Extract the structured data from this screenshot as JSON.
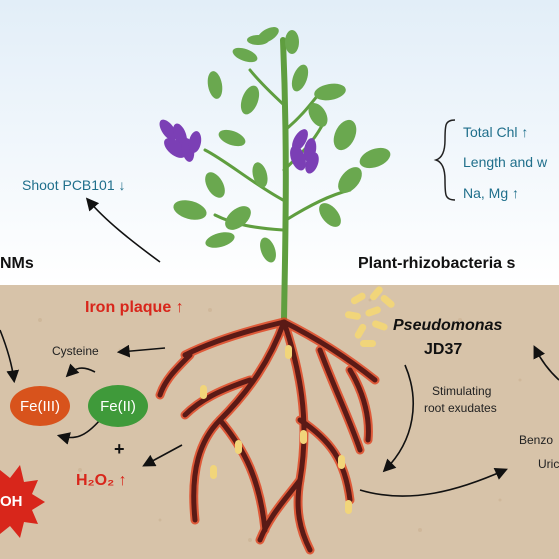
{
  "labels": {
    "total_chl": "Total Chl",
    "length": "Length and w",
    "na_mg": "Na, Mg",
    "shoot": "Shoot PCB101",
    "nms": "NMs",
    "plant_rhizo": "Plant-rhizobacteria s",
    "iron_plaque": "Iron plaque",
    "cysteine": "Cysteine",
    "fe3": "Fe(III)",
    "fe2": "Fe(II)",
    "plus": "+",
    "h2o2": "H₂O₂",
    "oh": "OH",
    "pseudomonas": "Pseudomonas",
    "jd37": "JD37",
    "stim1": "Stimulating",
    "stim2": "root exudates",
    "benzo": "Benzo",
    "uric": "Uric"
  },
  "arrows": {
    "up": "↑",
    "down": "↓"
  },
  "colors": {
    "sky": "#e7f0f8",
    "soil": "#d7c3a9",
    "teal_text": "#1f6f8b",
    "red_text": "#d8261b",
    "fe3": "#d8531c",
    "fe2": "#3f9a3a",
    "root": "#6b1f1a",
    "bacteria": "#f1d57a",
    "leaf": "#6aa84f",
    "flower": "#7b3fb5"
  }
}
